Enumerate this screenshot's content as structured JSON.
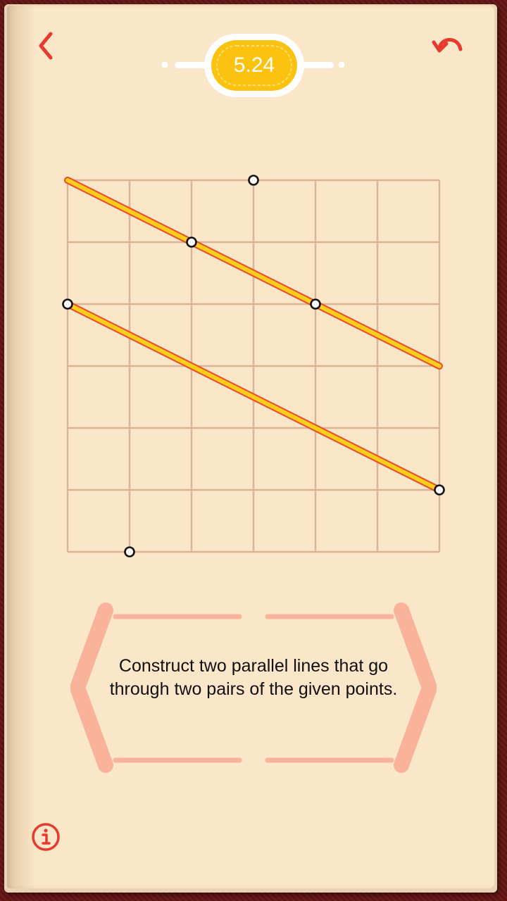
{
  "header": {
    "level": "5.24",
    "back_icon": "chevron-left-icon",
    "undo_icon": "undo-icon"
  },
  "puzzle": {
    "grid": {
      "columns": 6,
      "rows": 6
    },
    "points": [
      {
        "col": 3,
        "row": 0
      },
      {
        "col": 2,
        "row": 1
      },
      {
        "col": 4,
        "row": 2
      },
      {
        "col": 0,
        "row": 2
      },
      {
        "col": 6,
        "row": 5
      },
      {
        "col": 1,
        "row": 6
      }
    ],
    "lines": [
      {
        "from": {
          "col": 0,
          "row": 0
        },
        "to": {
          "col": 6,
          "row": 3
        }
      },
      {
        "from": {
          "col": 0,
          "row": 2
        },
        "to": {
          "col": 6,
          "row": 5
        }
      }
    ]
  },
  "instruction": {
    "text": "Construct two parallel lines that go through two pairs of the given points."
  },
  "footer": {
    "info_icon": "info-icon"
  },
  "colors": {
    "accent": "#e63a2e",
    "grid": "#dcb393",
    "line_fill": "#fccf1a",
    "line_edge": "#ee4a2a",
    "badge": "#fcc210",
    "frame": "#f9b39a"
  }
}
